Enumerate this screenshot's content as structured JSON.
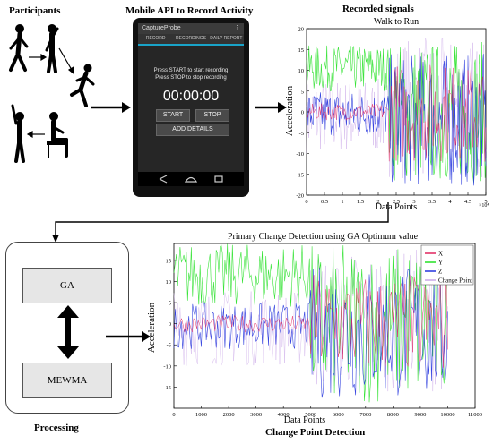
{
  "participants": {
    "title": "Participants"
  },
  "mobile": {
    "title": "Mobile API to Record Activity",
    "app_name": "CaptureProbe",
    "tabs": [
      "RECORD",
      "RECORDINGS",
      "DAILY REPORT"
    ],
    "message_line1": "Press START to start recording",
    "message_line2": "Press STOP to stop recording",
    "timer": "00:00:00",
    "start_label": "START",
    "stop_label": "STOP",
    "details_label": "ADD DETAILS"
  },
  "recorded": {
    "title": "Recorded signals",
    "chart_title": "Walk to Run"
  },
  "processing": {
    "title": "Processing",
    "ga_label": "GA",
    "mewma_label": "MEWMA"
  },
  "detection": {
    "title": "Change Point Detection",
    "chart_title": "Primary Change Detection using GA Optimum value"
  },
  "colors": {
    "x": "#e0245e",
    "y": "#22e022",
    "z": "#2233dd",
    "change": "#c9a6e8"
  },
  "chart_data": [
    {
      "type": "line",
      "title": "Walk to Run",
      "xlabel": "Data Points",
      "ylabel": "Acceleration",
      "x_tick_labels": [
        "0",
        "0.5",
        "1",
        "1.5",
        "2",
        "2.5",
        "3",
        "3.5",
        "4",
        "4.5",
        "5"
      ],
      "x_multiplier_label": "×10⁴",
      "y_tick_labels": [
        "20",
        "15",
        "10",
        "5",
        "0",
        "-5",
        "-10",
        "-15",
        "-20"
      ],
      "xlim": [
        0,
        50000
      ],
      "ylim": [
        -20,
        20
      ],
      "change_point": 23000,
      "series_colors": [
        "#e0245e",
        "#22e022",
        "#2233dd",
        "#c9a6e8"
      ]
    },
    {
      "type": "line",
      "title": "Primary Change Detection using GA Optimum value",
      "xlabel": "Data Points",
      "ylabel": "Acceleration",
      "x_tick_labels": [
        "0",
        "1000",
        "2000",
        "3000",
        "4000",
        "5000",
        "6000",
        "7000",
        "8000",
        "9000",
        "10000",
        "11000"
      ],
      "y_tick_labels": [
        "15",
        "10",
        "5",
        "0",
        "-5",
        "-10",
        "-15"
      ],
      "xlim": [
        0,
        11000
      ],
      "ylim": [
        -20,
        19
      ],
      "change_point": 5000,
      "data_end": 10000,
      "series": [
        {
          "name": "X",
          "color": "#e0245e"
        },
        {
          "name": "Y",
          "color": "#22e022"
        },
        {
          "name": "Z",
          "color": "#2233dd"
        },
        {
          "name": "Change Point",
          "color": "#c9a6e8"
        }
      ]
    }
  ]
}
